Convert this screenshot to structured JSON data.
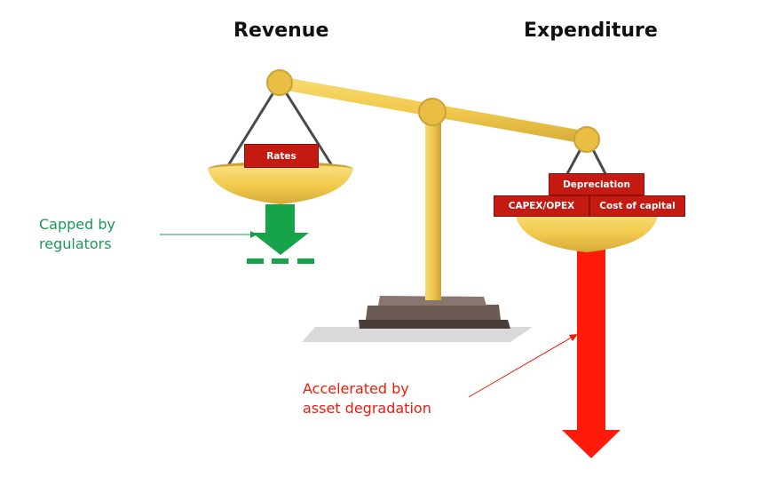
{
  "headings": {
    "revenue": "Revenue",
    "expenditure": "Expenditure"
  },
  "left_pan": {
    "blocks": [
      {
        "label": "Rates"
      }
    ]
  },
  "right_pan": {
    "blocks": [
      {
        "label": "Depreciation"
      },
      {
        "label": "CAPEX/OPEX"
      },
      {
        "label": "Cost of capital"
      }
    ]
  },
  "annotations": {
    "capped": {
      "line1": "Capped by",
      "line2": "regulators"
    },
    "accelerated": {
      "line1": "Accelerated by",
      "line2": "asset degradation"
    }
  },
  "colors": {
    "gold": "#f2c94c",
    "gold_dark": "#c9a23c",
    "block_red": "#c41a12",
    "revenue_arrow": "#16a34a",
    "expenditure_arrow": "#ff1a0a",
    "base_stone": "#5a4a45",
    "base_shadow": "#d9d9d9"
  },
  "icons": {
    "revenue_arrow": "arrow-down-icon",
    "expenditure_arrow": "arrow-down-icon"
  }
}
